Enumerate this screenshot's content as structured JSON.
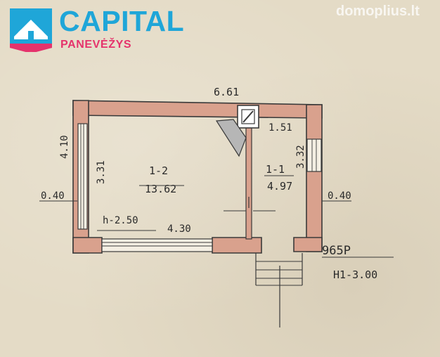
{
  "logo": {
    "brand": "CAPITAL",
    "city": "PANEVĖŽYS",
    "badge_icon": "house-roof-icon",
    "brand_color": "#1fa6d8",
    "accent_color": "#e5336c"
  },
  "watermark": {
    "text": "domoplius.lt"
  },
  "plan": {
    "wall_color": "#d9a18d",
    "line_color": "#3a3a3a",
    "dimensions": {
      "top_length": "6.61",
      "left_length": "4.10",
      "left_opening": "0.40",
      "right_opening": "0.40",
      "inner_left": "3.31",
      "inner_right": "3.32",
      "small_top": "1.51",
      "window_length": "4.30"
    },
    "rooms": [
      {
        "id": "1-2",
        "area": "13.62"
      },
      {
        "id": "1-1",
        "area": "4.97"
      }
    ],
    "room_height": "h-2.50",
    "building_code": "965P",
    "building_height": "H1-3.00"
  }
}
